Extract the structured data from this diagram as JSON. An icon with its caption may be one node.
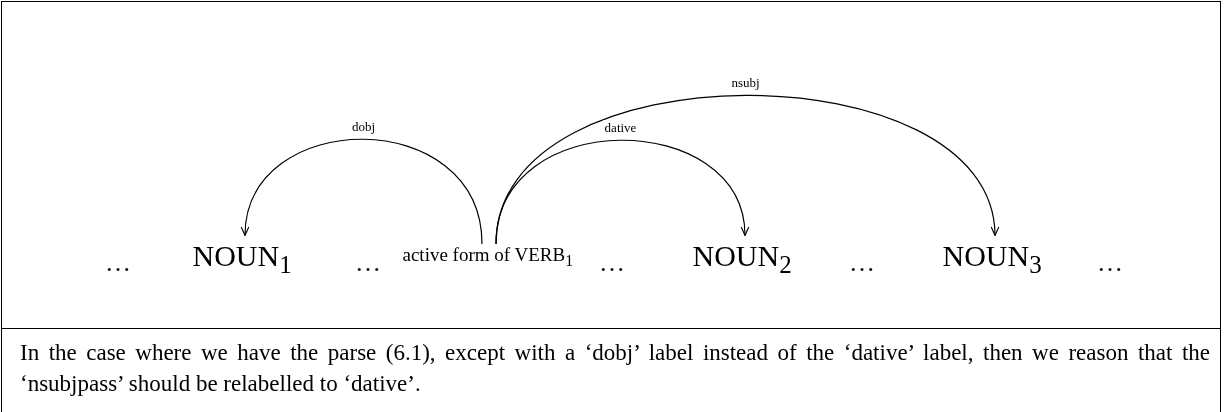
{
  "diagram": {
    "caption": "In the case where we have the parse (6.1), except with a ‘dobj’ label instead of the ‘dative’ label, then we reason that the ‘nsubjpass’ should be relabelled to ‘dative’.",
    "nodes": [
      {
        "text": [
          "NOUN$_{1}$"
        ]
      },
      {
        "text": [
          "active form of VERB$_{1}$"
        ]
      },
      {
        "text": [
          "NOUN$_{2}$"
        ]
      },
      {
        "text": [
          "NOUN$_{3}$"
        ]
      }
    ],
    "edges": [
      {
        "from": 1,
        "to": 0,
        "arrow": "to",
        "label": "dobj"
      },
      {
        "from": 1,
        "to": 2,
        "arrow": "to",
        "label": "dative"
      },
      {
        "from": 1,
        "to": 3,
        "arrow": "to",
        "label": "nsubj"
      }
    ],
    "labels": [
      "…",
      "…",
      "…",
      "…",
      "…"
    ]
  }
}
